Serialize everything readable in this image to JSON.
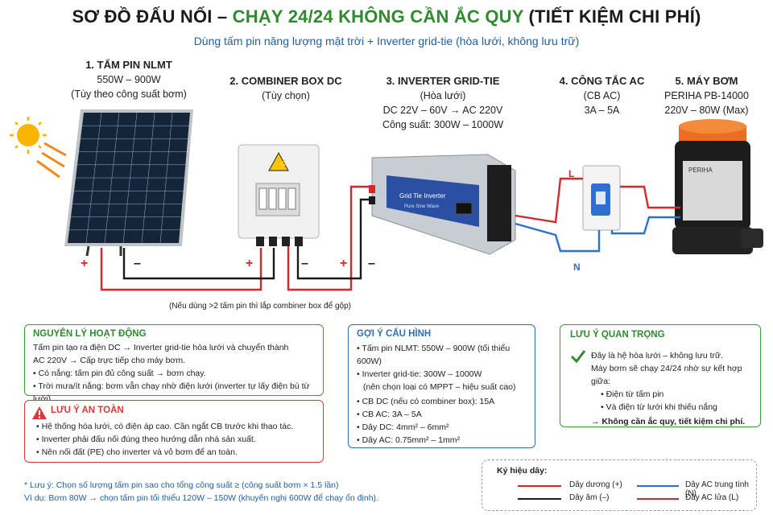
{
  "header": {
    "title_dark_1": "SƠ ĐỒ ĐẤU NỐI – ",
    "title_green": "CHẠY 24/24 KHÔNG CẦN ẮC QUY",
    "title_dark_2": " (TIẾT KIỆM CHI PHÍ)",
    "subtitle": "Dùng tấm pin năng lượng mặt trời + Inverter grid-tie (hòa lưới, không lưu trữ)"
  },
  "components": [
    {
      "heading": "1. TẤM PIN NLMT",
      "line1": "550W – 900W",
      "line2": "(Tùy theo công suất bơm)"
    },
    {
      "heading": "2. COMBINER BOX DC",
      "line1": "(Tùy chọn)"
    },
    {
      "heading": "3. INVERTER GRID-TIE",
      "line1": "(Hòa lưới)",
      "line2": "DC 22V – 60V → AC 220V",
      "line3": "Công suất: 300W – 1000W"
    },
    {
      "heading": "4. CÔNG TẮC AC",
      "line1": "(CB AC)",
      "line2": "3A – 5A"
    },
    {
      "heading": "5. MÁY BƠM",
      "line1": "PERIHA PB-14000",
      "line2": "220V – 80W (Max)"
    }
  ],
  "diagram": {
    "plus": "+",
    "minus": "–",
    "line_L": "L",
    "line_N": "N",
    "inverter_brand": "Grid Tie Inverter",
    "inverter_sub": "Pure Sine Wave",
    "combiner_note": "(Nếu dùng >2 tấm pin thì lắp combiner box để gộp)",
    "pump_label": "PERIHA"
  },
  "principle": {
    "title": "NGUYÊN LÝ HOẠT ĐỘNG",
    "line1": "Tấm pin tạo ra điện DC → Inverter grid-tie hòa lưới và chuyển thành",
    "line2": "AC 220V → Cấp trực tiếp cho máy bơm.",
    "bullet1": "• Có nắng: tấm pin đủ công suất → bơm chạy.",
    "bullet2": "• Trời mưa/ít nắng: bơm vẫn chạy nhờ điện lưới (inverter tự lấy điện bù từ lưới)."
  },
  "safety": {
    "title": "LƯU Ý AN TOÀN",
    "bullet1": "• Hệ thống hòa lưới, có điện áp cao. Cần ngắt CB trước khi thao tác.",
    "bullet2": "• Inverter phải đấu nối đúng theo hướng dẫn nhà sản xuất.",
    "bullet3": "• Nên nối đất (PE) cho inverter và vỏ bơm để an toàn."
  },
  "config": {
    "title": "GỢI Ý CẤU HÌNH",
    "item1": "• Tấm pin NLMT: 550W – 900W (tối thiểu 600W)",
    "item2a": "• Inverter grid-tie: 300W – 1000W",
    "item2b": "(nên chọn loại có MPPT – hiệu suất cao)",
    "item3": "• CB DC (nếu có combiner box): 15A",
    "item4": "• CB AC: 3A – 5A",
    "item5": "• Dây DC: 4mm² – 6mm²",
    "item6": "• Dây AC: 0.75mm² – 1mm²"
  },
  "important": {
    "title": "LƯU Ý QUAN TRỌNG",
    "line1": "Đây là hệ hòa lưới – không lưu trữ.",
    "line2": "Máy bơm sẽ chạy 24/24 nhờ sự kết hợp giữa:",
    "bullet1": "• Điện từ tấm pin",
    "bullet2": "• Và điện từ lưới khi thiếu nắng",
    "conclusion": "→ Không cần ắc quy, tiết kiệm chi phí."
  },
  "note": {
    "line1": "* Lưu ý: Chọn số lượng tấm pin sao cho tổng công suất ≥ (công suất bơm × 1.5 lần)",
    "line2": "Ví dụ: Bơm 80W → chọn tấm pin tối thiểu 120W – 150W (khuyến nghị 600W để chạy ổn định)."
  },
  "legend": {
    "title": "Ký hiệu dây:",
    "items": [
      {
        "label": "Dây dương (+)",
        "color": "#d62828"
      },
      {
        "label": "Dây âm (–)",
        "color": "#1a1a1a"
      },
      {
        "label": "Dây AC trung tính (N)",
        "color": "#2f6fd0"
      },
      {
        "label": "Dây AC lửa (L)",
        "color": "#d62828"
      }
    ]
  },
  "colors": {
    "positive": "#d62828",
    "negative": "#1a1a1a",
    "neutral": "#2f6fd0",
    "accent_green": "#2e8b2e",
    "accent_blue": "#1f5f9e"
  }
}
